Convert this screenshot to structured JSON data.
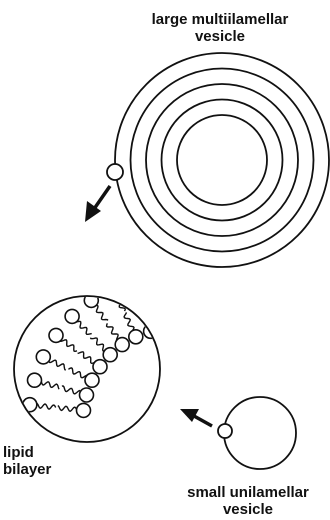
{
  "labels": {
    "large_vesicle": [
      "large multiilamellar",
      "vesicle"
    ],
    "lipid_bilayer": [
      "lipid",
      "bilayer"
    ],
    "small_vesicle": [
      "small unilamellar",
      "vesicle"
    ]
  },
  "vesicle_lamellae_count": 5,
  "colors": {
    "stroke": "#111111",
    "background": "#ffffff"
  },
  "icons": [
    "arrow-down-left-icon",
    "arrow-up-left-icon"
  ]
}
